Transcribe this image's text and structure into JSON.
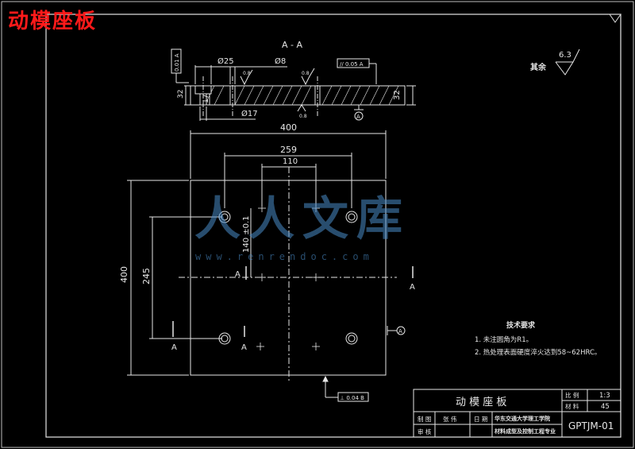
{
  "title_overlay": "动模座板",
  "watermark": {
    "brand": "人人文库",
    "url": "www.renrendoc.com"
  },
  "section": {
    "label": "A - A",
    "dim_phi25": "Ø25",
    "dim_phi8": "Ø8",
    "dim_phi17": "Ø17",
    "dim_17": "17",
    "dim_32": "32",
    "dim_32_right": "32",
    "flatness_frame": "0.01 A",
    "parallel_frame": "// 0.05 A",
    "datum": "A",
    "roughness_small_1": "0.8",
    "roughness_small_2": "0.8",
    "roughness_small_3": "0.8"
  },
  "plan": {
    "dim_400_top": "400",
    "dim_259": "259",
    "dim_110": "110",
    "dim_140": "140 ±0.1",
    "dim_400_left": "400",
    "dim_245": "245",
    "cut_label": "A",
    "datum_label": "A",
    "perp_frame": "⊥ 0.04 B"
  },
  "roughness": {
    "others_label": "其余",
    "value": "6.3"
  },
  "tech": {
    "heading": "技术要求",
    "items": [
      "1. 未注圆角为R1。",
      "2. 热处理表面硬度淬火达到58~62HRC。"
    ]
  },
  "titleblock": {
    "part_name": "动 模 座 板",
    "scale_label": "比 例",
    "scale_value": "1:3",
    "material_label": "材 料",
    "material_value": "45",
    "draw_label": "制 图",
    "draw_name": "张 伟",
    "date_label": "日 期",
    "check_label": "审 核",
    "school_line1": "华东交通大学理工学院",
    "school_line2": "材料成型及控制工程专业",
    "drawing_no": "GPTJM-01"
  }
}
